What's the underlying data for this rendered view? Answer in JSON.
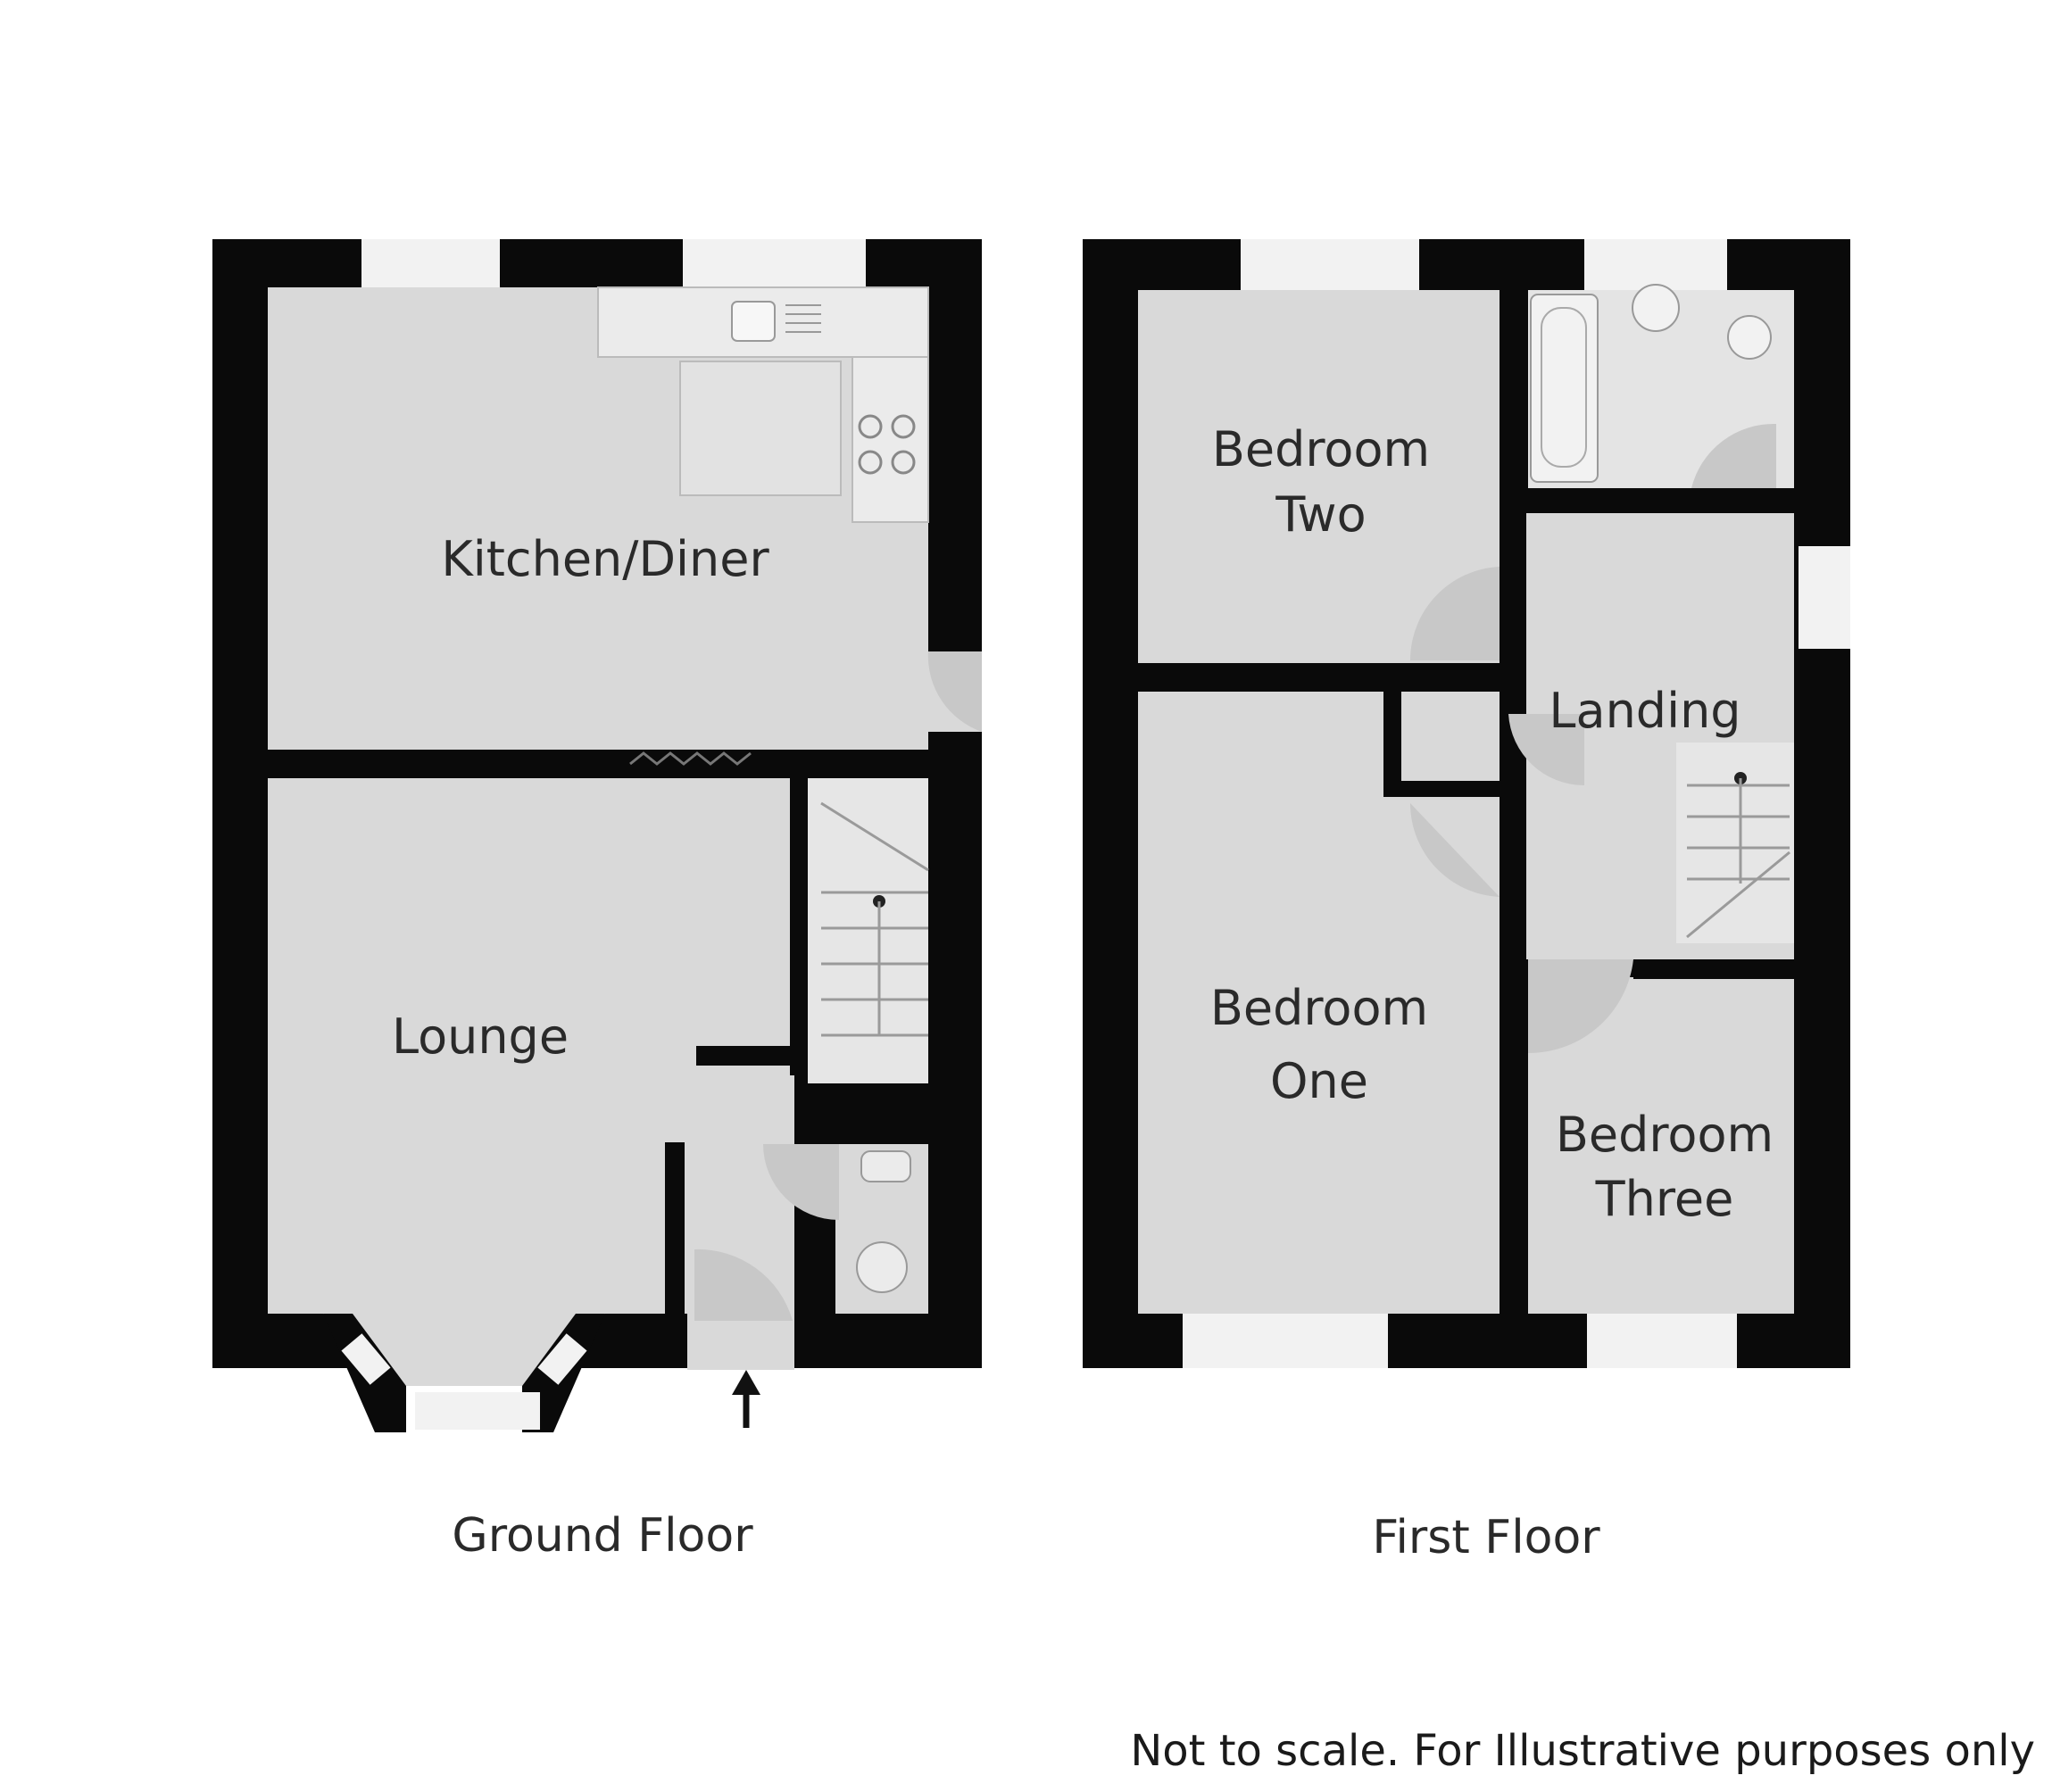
{
  "ground_floor": {
    "label": "Ground Floor",
    "rooms": {
      "kitchen_diner": "Kitchen/Diner",
      "lounge": "Lounge"
    }
  },
  "first_floor": {
    "label": "First Floor",
    "rooms": {
      "bedroom_two": [
        "Bedroom",
        "Two"
      ],
      "bedroom_one": [
        "Bedroom",
        "One"
      ],
      "bedroom_three": [
        "Bedroom",
        "Three"
      ],
      "landing": "Landing"
    }
  },
  "disclaimer": "Not to scale. For Illustrative purposes only",
  "colors": {
    "wall": "#0a0a0a",
    "floor": "#d9d9d9",
    "window": "#f2f2f2",
    "fixture": "#ebebeb",
    "background": "#ffffff"
  }
}
